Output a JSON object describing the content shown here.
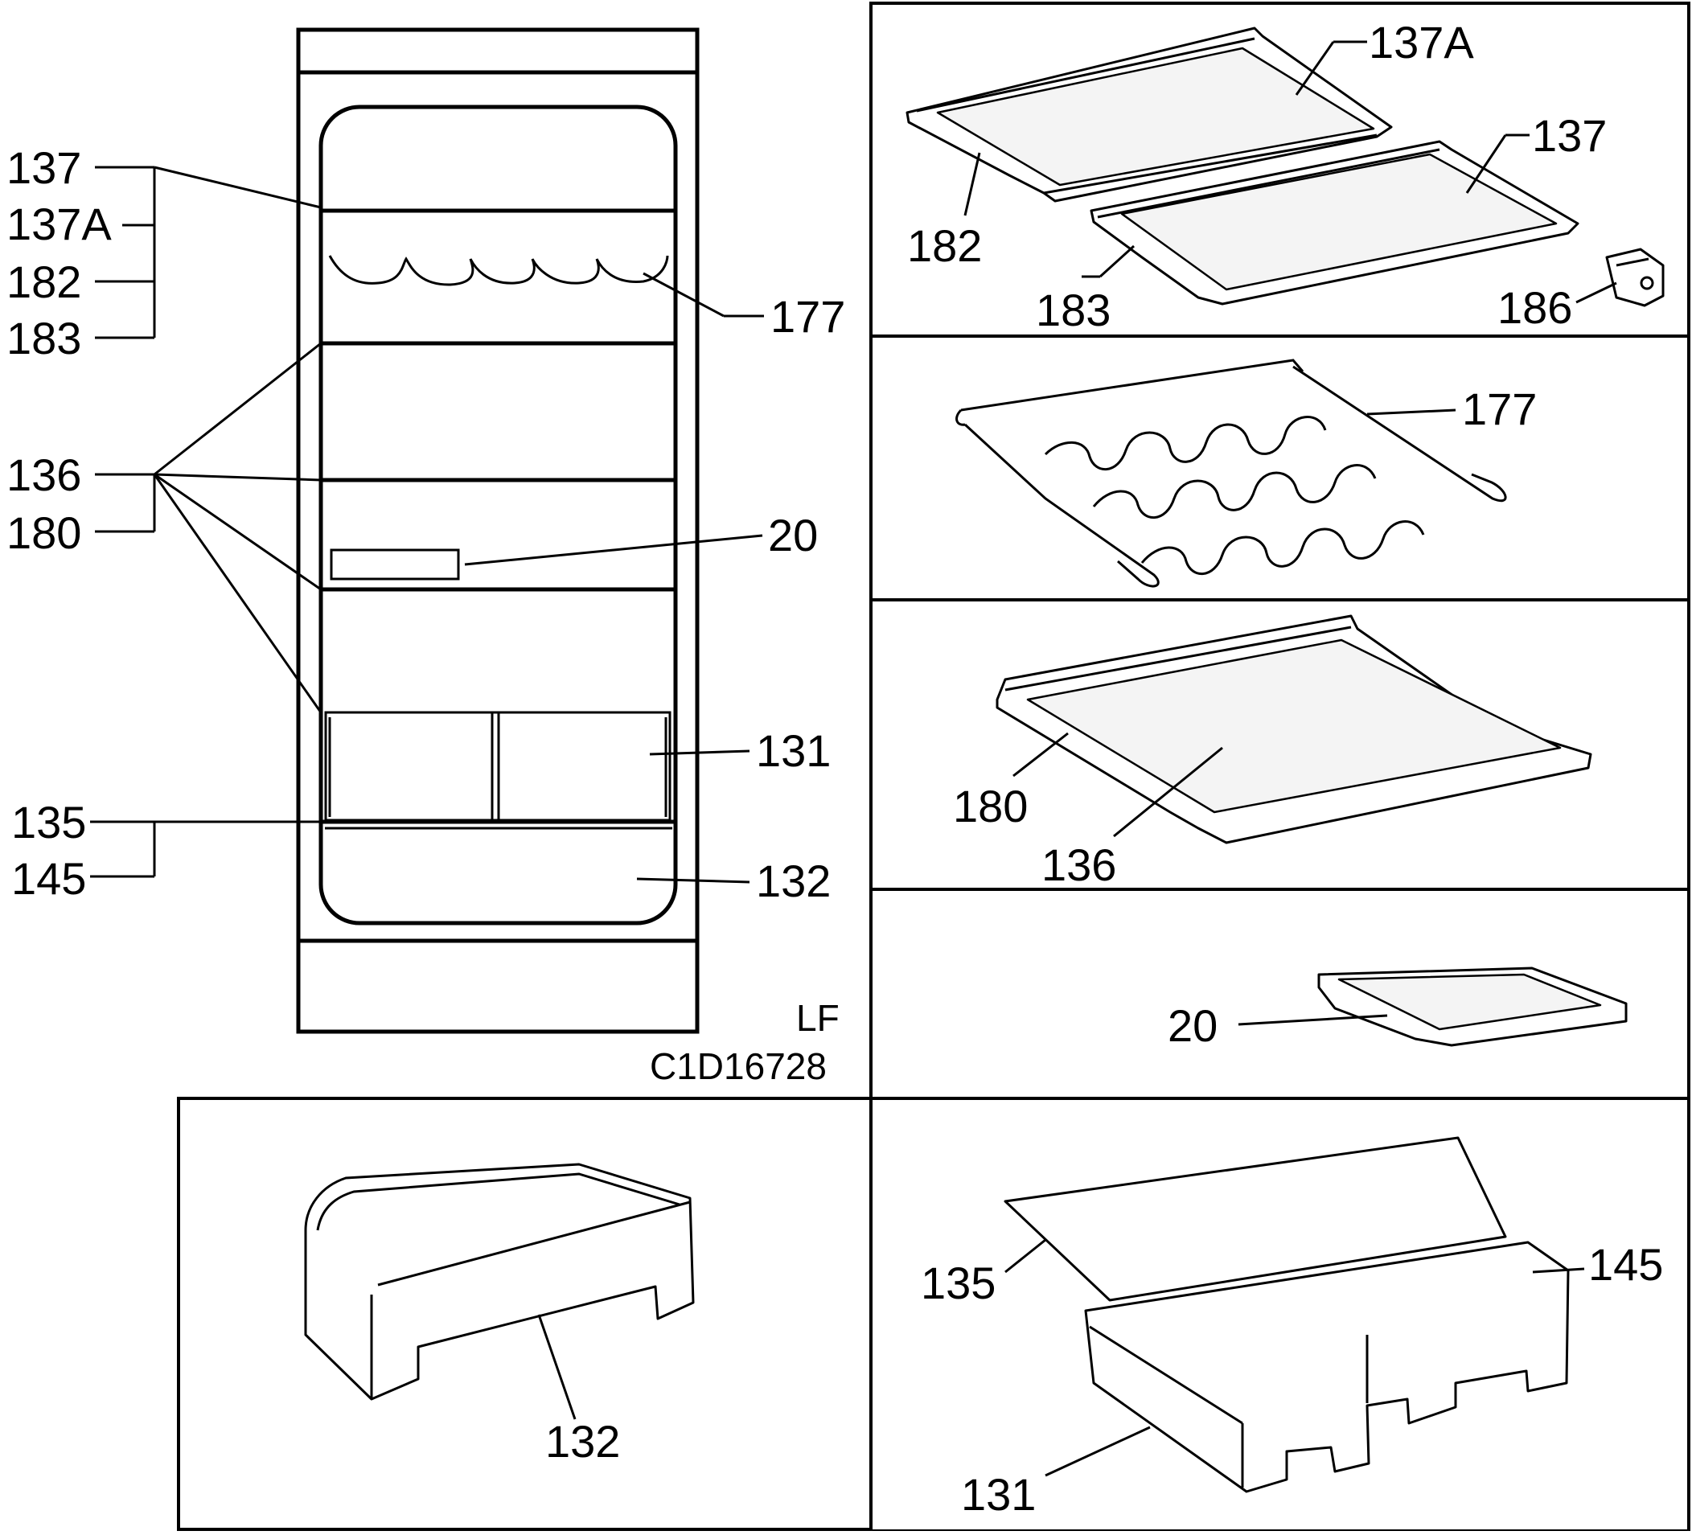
{
  "labels": {
    "p137": "137",
    "p137a": "137A",
    "p182": "182",
    "p183": "183",
    "p177": "177",
    "p136": "136",
    "p180": "180",
    "p20": "20",
    "p131": "131",
    "p135": "135",
    "p145": "145",
    "p132": "132",
    "p186": "186"
  },
  "codes": {
    "model": "LF",
    "drawing": "C1D16728"
  }
}
